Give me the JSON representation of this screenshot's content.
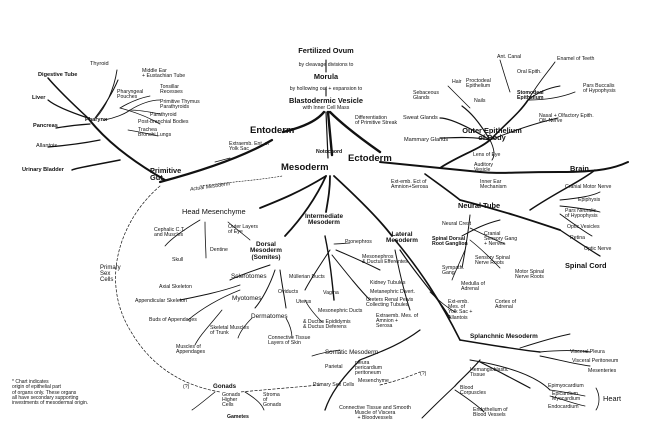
{
  "title": "Fertilized Ovum",
  "top": {
    "cleavage": "by cleavage divisions to",
    "morula": "Morula",
    "hollowing": "by hollowing out + expansion to",
    "blastodermic": "Blastodermic Vesicle",
    "inner_cell_mass": "with Inner Cell Mass",
    "differentiation": "Differentiation\nof Primitive Streak",
    "notochord": "Notochord"
  },
  "germ_layers": {
    "entoderm": "Entoderm",
    "mesoderm": "Mesoderm",
    "ectoderm": "Ectoderm"
  },
  "entoderm": {
    "primitive_gut": "Primitive\nGut",
    "extraembryonic": "Extraemb. Ent. of\nYolk Sac",
    "digestive_tube": "Digestive Tube",
    "liver": "Liver",
    "pancreas": "Pancreas",
    "allantois": "Allantois",
    "urinary_bladder": "Urinary Bladder",
    "pharynx": "Pharynx",
    "thyroid": "Thyroid",
    "pharyngeal_pouches": "Pharyngeal\nPouches",
    "middle_ear": "Middle Ear\n+ Eustachian Tube",
    "tonsillar": "Tonsillar\nRecesses",
    "thymus": "Primitive Thymus\nParathyroids",
    "parathyroid": "Parathyroid",
    "postbranchial": "Post-branchial Bodies",
    "trachea": "Trachea\nBronchi Lungs"
  },
  "ectoderm": {
    "outer_epithelium": "Outer Epithelium\nof Body",
    "ant_canal": "Ant. Canal",
    "enamel": "Enamel of Teeth",
    "oral_epith": "Oral Epith.",
    "proctodeal": "Proctodeal\nEpithelium",
    "stomodeal": "Stomodeal\nEpithelium",
    "pars_buccalis": "Pars Buccalis\nof Hypophysis",
    "hair": "Hair",
    "sebaceous": "Sebaceous\nGlands",
    "nails": "Nails",
    "nasal": "Nasal + Olfactory Epith.\nOlf. Nerve",
    "sweat": "Sweat Glands",
    "mammary": "Mammary Glands",
    "lens": "Lens of Eye",
    "auditory": "Auditory\nVesicle",
    "inner_ear": "Inner Ear\nMechanism",
    "extraemb": "Ext-emb. Ect of\nAmnion+Serosa",
    "neural_tube": "Neural Tube",
    "brain": "Brain",
    "cranial_motor": "Cranial Motor Nerve",
    "epiphysis": "Epiphysis",
    "pars_neuralis": "Pars Neuralis\nof Hypophysis",
    "optic_vesicles": "Optic Vesicles",
    "retina": "Retina",
    "optic_nerve": "Optic Nerve",
    "spinal_cord": "Spinal Cord",
    "motor_spinal": "Motor Spinal\nNerve Roots",
    "neural_crest": "Neural Crest",
    "spinal_dorsal": "Spinal Dorsal\nRoot Ganglion",
    "cranial_sensory": "Cranial\nSensory Gang\n+ Nerves",
    "sensory_spinal": "Sensory Spinal\nNerve Roots",
    "sympath": "Sympath.\nGang",
    "medulla": "Medulla of\nAdrenal"
  },
  "mesoderm": {
    "actual_mesoderm": "Actual Mesoderm",
    "head_mesenchyme": "Head Mesenchyme",
    "cephalic": "Cephalic C.T.\nand Muscles",
    "outer_eye": "Outer Layers\nof Eye",
    "skull": "Skull",
    "dentine": "Dentine",
    "dorsal": "Dorsal\nMesoderm\n(Somites)",
    "sclerotomes": "Sclerotomes",
    "axial": "Axial Skeleton",
    "appendicular": "Appendicular Skeleton",
    "myotomes": "Myotomes",
    "buds": "Buds of Appendages",
    "skeletal_muscles": "Skeletal Muscles\nof Trunk",
    "muscles_app": "Muscles of\nAppendages",
    "dermatomes": "Dermatomes",
    "connective": "Connective Tissue\nLayers of Skin",
    "intermediate": "Intermediate\nMesoderm",
    "pronephros": "Pronephros",
    "mullerian": "Müllerian Ducts",
    "mesonephros": "Mesonephros\n& Ductuli Efferentes",
    "oviducts": "Oviducts",
    "uterus": "Uterus",
    "vagina": "Vagina",
    "kidney": "Kidney Tubules",
    "metanephric": "Metanephric Divert.",
    "ureters": "Ureters Renal Pelvis\nCollecting Tubules",
    "mesonephric_duct": "Mesonephric Ducts",
    "ductus": "& Ductus Epididymis\n& Ductus Deferens",
    "extraemb_mes": "Extraemb. Mes. of\nAmnion +\nSerosa",
    "lateral": "Lateral\nMesoderm",
    "extraemb_yolk": "Ext-emb.\nMes. of\nYolk Sac +\nAllantois",
    "cortex_adrenal": "Cortex of\nAdrenal",
    "somatic": "Somatic Mesoderm",
    "parietal": "Parietal",
    "pleura": "pleura\npericardium\nperitoneum",
    "splanchnic": "Splanchnic Mesoderm",
    "visceral_pleura": "Visceral Pleura",
    "visceral_peritoneum": "Visceral Peritoneum",
    "mesenteries": "Mesenteries",
    "mesenchyme": "Mesenchyme",
    "hemangioblastic": "Hemangioblastic\nTissue",
    "blood": "Blood\nCorpuscles",
    "endothelium": "Endothelium of\nBlood Vessels",
    "connective_smooth": "Connective Tissue and Smooth\nMuscle of Viscera\n+ Bloodvessels",
    "epimyocardium": "Epimyocardium",
    "epicardium": "Epicardium\nMyocardium",
    "endocardium": "Endocardium",
    "heart": "Heart",
    "primary_sex": "Primary\nSex\nCells",
    "primary_sex_cells": "Primary Sex Cells",
    "gonads": "Gonads",
    "gonads_germ": "Gonads\nHigher\nCells",
    "stroma": "Stroma\nof\nGonads",
    "gametes": "Gametes",
    "q1": "(?)",
    "q2": "(?)"
  },
  "footnote": "* Chart indicates\norigin of epithelial part\nof organs only. These organs\nall have secondary supporting\ninvestments of mesodermal origin."
}
